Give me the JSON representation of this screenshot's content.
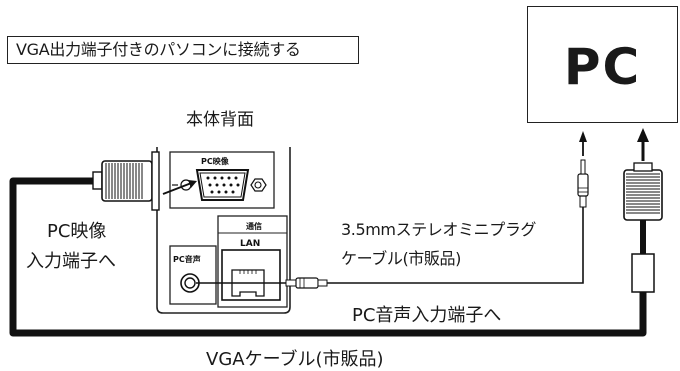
{
  "title_box": "VGA出力端子付きのパソコンに接続する",
  "pc_label": "PC",
  "body_rear_label": "本体背面",
  "panel": {
    "pc_video_label": "PC映像",
    "pc_audio_label": "PC音声",
    "comm_label": "通信",
    "lan_label": "LAN"
  },
  "labels": {
    "pc_video_input_line1": "PC映像",
    "pc_video_input_line2": "入力端子へ",
    "audio_cable_line1": "3.5mmステレオミニプラグ",
    "audio_cable_line2": "ケーブル(市販品)",
    "pc_audio_input": "PC音声入力端子へ",
    "vga_cable": "VGAケーブル(市販品)"
  }
}
